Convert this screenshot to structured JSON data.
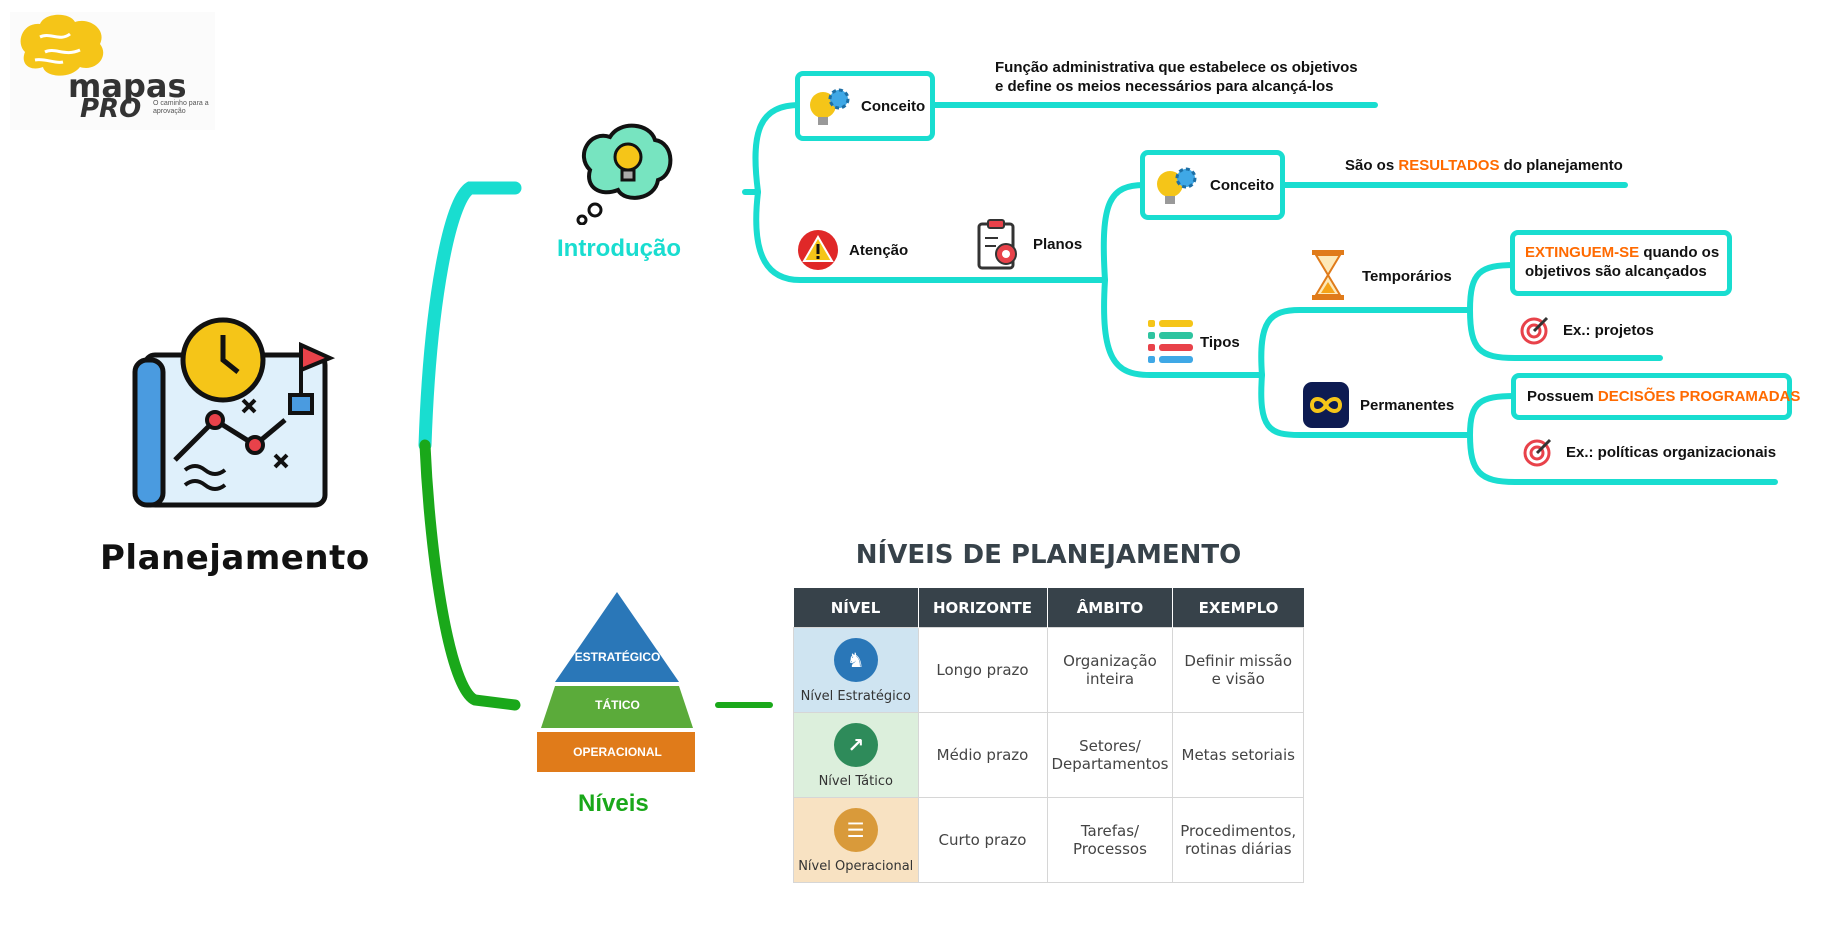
{
  "logo": {
    "word": "mapas",
    "pro": "PRO",
    "tagline": "O caminho para a aprovação"
  },
  "root": {
    "title": "Planejamento"
  },
  "introducao": {
    "title": "Introdução",
    "conceito_label": "Conceito",
    "conceito_desc_1": "Função administrativa que estabelece os objetivos",
    "conceito_desc_2": "e define os meios necessários para alcançá-los",
    "atencao_label": "Atenção",
    "planos": {
      "label": "Planos",
      "conceito_label": "Conceito",
      "conceito_desc_pre": "São os ",
      "conceito_desc_hl": "RESULTADOS",
      "conceito_desc_post": " do planejamento",
      "tipos_label": "Tipos",
      "temporarios": {
        "label": "Temporários",
        "desc_hl": "EXTINGUEM-SE",
        "desc_post": " quando os",
        "desc_line2": "objetivos são alcançados",
        "example": "Ex.: projetos"
      },
      "permanentes": {
        "label": "Permanentes",
        "desc_pre": "Possuem ",
        "desc_hl": "DECISÕES PROGRAMADAS",
        "example": "Ex.: políticas organizacionais"
      }
    }
  },
  "niveis": {
    "title": "Níveis",
    "pyramid": [
      "ESTRATÉGICO",
      "TÁTICO",
      "OPERACIONAL"
    ],
    "table_title": "NÍVEIS DE PLANEJAMENTO",
    "headers": [
      "NÍVEL",
      "HORIZONTE",
      "ÂMBITO",
      "EXEMPLO"
    ],
    "rows": [
      {
        "nivel": "Nível Estratégico",
        "horizonte": "Longo prazo",
        "ambito": "Organização inteira",
        "exemplo": "Definir missão e visão"
      },
      {
        "nivel": "Nível Tático",
        "horizonte": "Médio prazo",
        "ambito": "Setores/ Departamentos",
        "exemplo": "Metas setoriais"
      },
      {
        "nivel": "Nível Operacional",
        "horizonte": "Curto prazo",
        "ambito": "Tarefas/ Processos",
        "exemplo": "Procedimentos, rotinas diárias"
      }
    ]
  },
  "colors": {
    "teal": "#19ddd0",
    "green": "#1aa81a",
    "orange": "#ff6a00",
    "header": "#37424a"
  }
}
